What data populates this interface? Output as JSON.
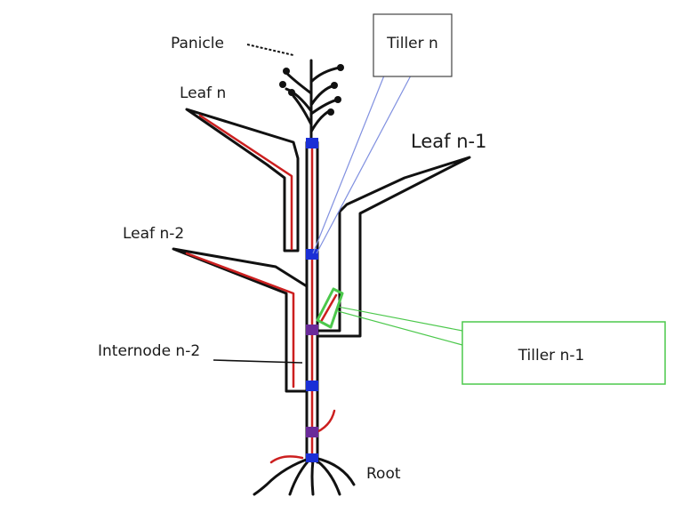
{
  "labels": {
    "panicle": "Panicle",
    "tiller_n": "Tiller n",
    "leaf_n": "Leaf n",
    "leaf_n_minus_1": "Leaf n-1",
    "leaf_n_minus_2": "Leaf n-2",
    "tiller_n_minus_1": "Tiller n-1",
    "internode_n_minus_2": "Internode n-2",
    "root": "Root"
  },
  "colors": {
    "outline": "#111111",
    "vascular": "#cc1f1f",
    "node": "#1a2fd6",
    "tiller_highlight": "#4cc84c",
    "callout_blue": "#8090e0"
  }
}
